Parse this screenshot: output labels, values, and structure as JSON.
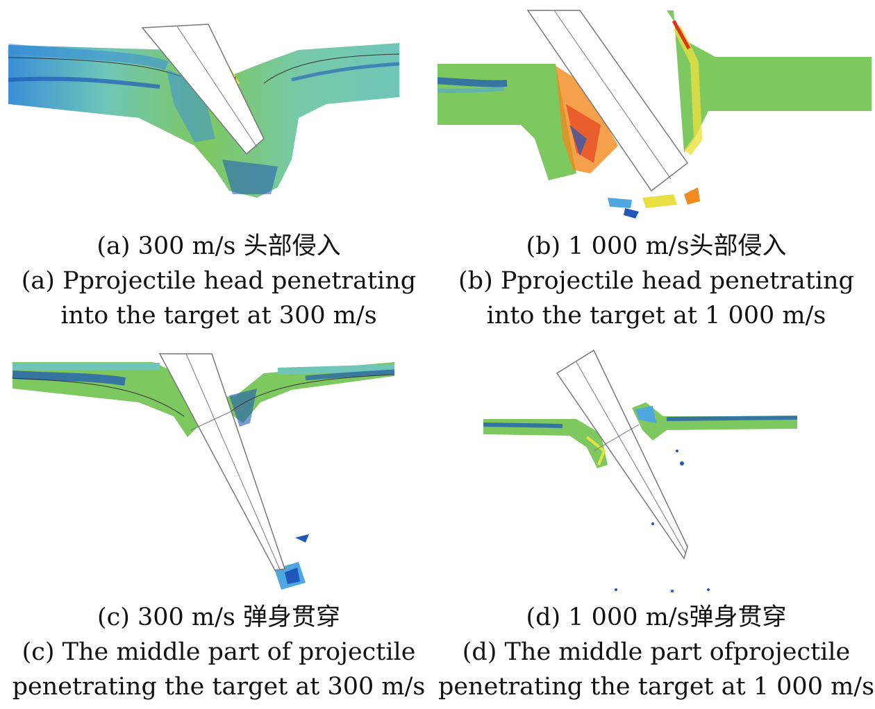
{
  "panels": [
    {
      "id": "a",
      "caption_cn": "(a) 300 m/s 头部侵入",
      "caption_en_1": "(a) Pprojectile head penetrating",
      "caption_en_2": "into the target at 300 m/s"
    },
    {
      "id": "b",
      "caption_cn": "(b) 1 000 m/s头部侵入",
      "caption_en_1": "(b) Pprojectile head penetrating",
      "caption_en_2": "into the target at 1 000 m/s"
    },
    {
      "id": "c",
      "caption_cn": "(c) 300 m/s 弹身贯穿",
      "caption_en_1": "(c) The middle part of projectile",
      "caption_en_2": "penetrating the target at 300 m/s"
    },
    {
      "id": "d",
      "caption_cn": "(d) 1 000 m/s弹身贯穿",
      "caption_en_1": "(d) The middle part ofprojectile",
      "caption_en_2": "penetrating the target at 1 000 m/s"
    }
  ],
  "colors": {
    "green": "#7ec860",
    "teal": "#73c9b4",
    "blue": "#1f58b8",
    "lightblue": "#4fa7e0",
    "yellow": "#e8e040",
    "orange": "#f28a1e",
    "red": "#e2321a",
    "outline": "#777777"
  }
}
